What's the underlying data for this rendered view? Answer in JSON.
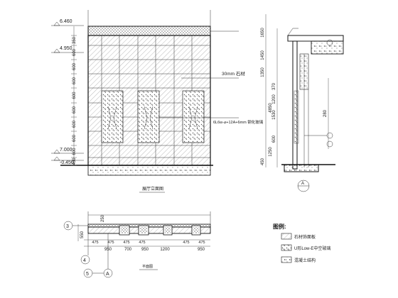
{
  "drawing": {
    "elevation": {
      "levels": [
        "6.460",
        "4.950",
        "7.000",
        "-0.450"
      ],
      "row_dims": [
        "350",
        "600",
        "600",
        "600",
        "600",
        "600",
        "600",
        "600",
        "600",
        "450"
      ],
      "note_top": "30mm 石材",
      "note_mid": "6L6w-⌀+12A+6mm 钢化玻璃",
      "title": "展厅立面图"
    },
    "section": {
      "dims": [
        "1650",
        "1450",
        "1350",
        "4850",
        "370",
        "1200",
        "1530",
        "600",
        "1250",
        "280",
        "450"
      ],
      "marker": "A"
    },
    "plan": {
      "top_dim": "250",
      "left_dim": "550",
      "mod_dims": [
        "475",
        "475",
        "475",
        "475",
        "475",
        "475"
      ],
      "bottom_dims": [
        "950",
        "700",
        "950",
        "1200",
        "950"
      ],
      "markers": [
        "3",
        "4",
        "5",
        "A"
      ],
      "title": "平面图"
    },
    "legend": {
      "title": "图例:",
      "items": [
        "石材饰面板",
        "U形Low-E中空玻璃",
        "混凝土结构"
      ]
    }
  }
}
